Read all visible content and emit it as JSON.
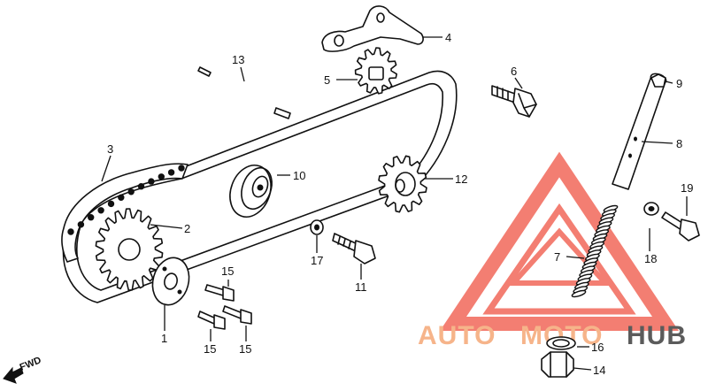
{
  "callouts": {
    "c1": "1",
    "c2": "2",
    "c3": "3",
    "c4": "4",
    "c5": "5",
    "c6": "6",
    "c7": "7",
    "c8": "8",
    "c9": "9",
    "c10": "10",
    "c11": "11",
    "c12": "12",
    "c13": "13",
    "c14": "14",
    "c15a": "15",
    "c15b": "15",
    "c15c": "15",
    "c16": "16",
    "c17": "17",
    "c18": "18",
    "c19": "19"
  },
  "fwd_label": "FWD",
  "watermark": {
    "part1": "AUTO",
    "part2": "MOTO",
    "part3": "HUB",
    "color_primary": "#f2685a",
    "color_secondary": "#f6b48a",
    "color_dark": "#5b5b5b"
  }
}
